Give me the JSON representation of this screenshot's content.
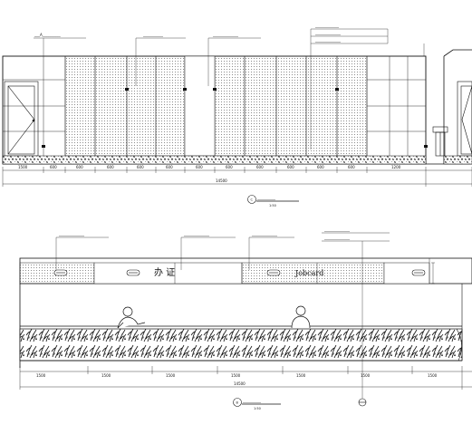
{
  "drawing": {
    "elevation_a": {
      "callouts": {
        "left": "___A__________",
        "center1": "___________",
        "center2": "______________",
        "right_top": "_____________",
        "right_mid": "______________",
        "right_low": "______________"
      },
      "dimensions": [
        "1500",
        "600",
        "600",
        "600",
        "600",
        "600",
        "600",
        "600",
        "600",
        "600",
        "600",
        "600",
        "1200"
      ],
      "total_dimension": "14500",
      "title": "__________",
      "scale": "1:50",
      "marker": "C"
    },
    "elevation_b": {
      "callouts": {
        "c1": "______________",
        "c2": "______________",
        "c3": "______________",
        "c4": "______________",
        "c5": "______________"
      },
      "signage_cn": "办 证",
      "signage_en": "Jobcard",
      "dimensions": [
        "1500",
        "1500",
        "1500",
        "1500",
        "1500",
        "1500",
        "1500"
      ],
      "total_dimension": "14500",
      "title": "__________",
      "scale": "1:50",
      "marker": "B"
    }
  }
}
